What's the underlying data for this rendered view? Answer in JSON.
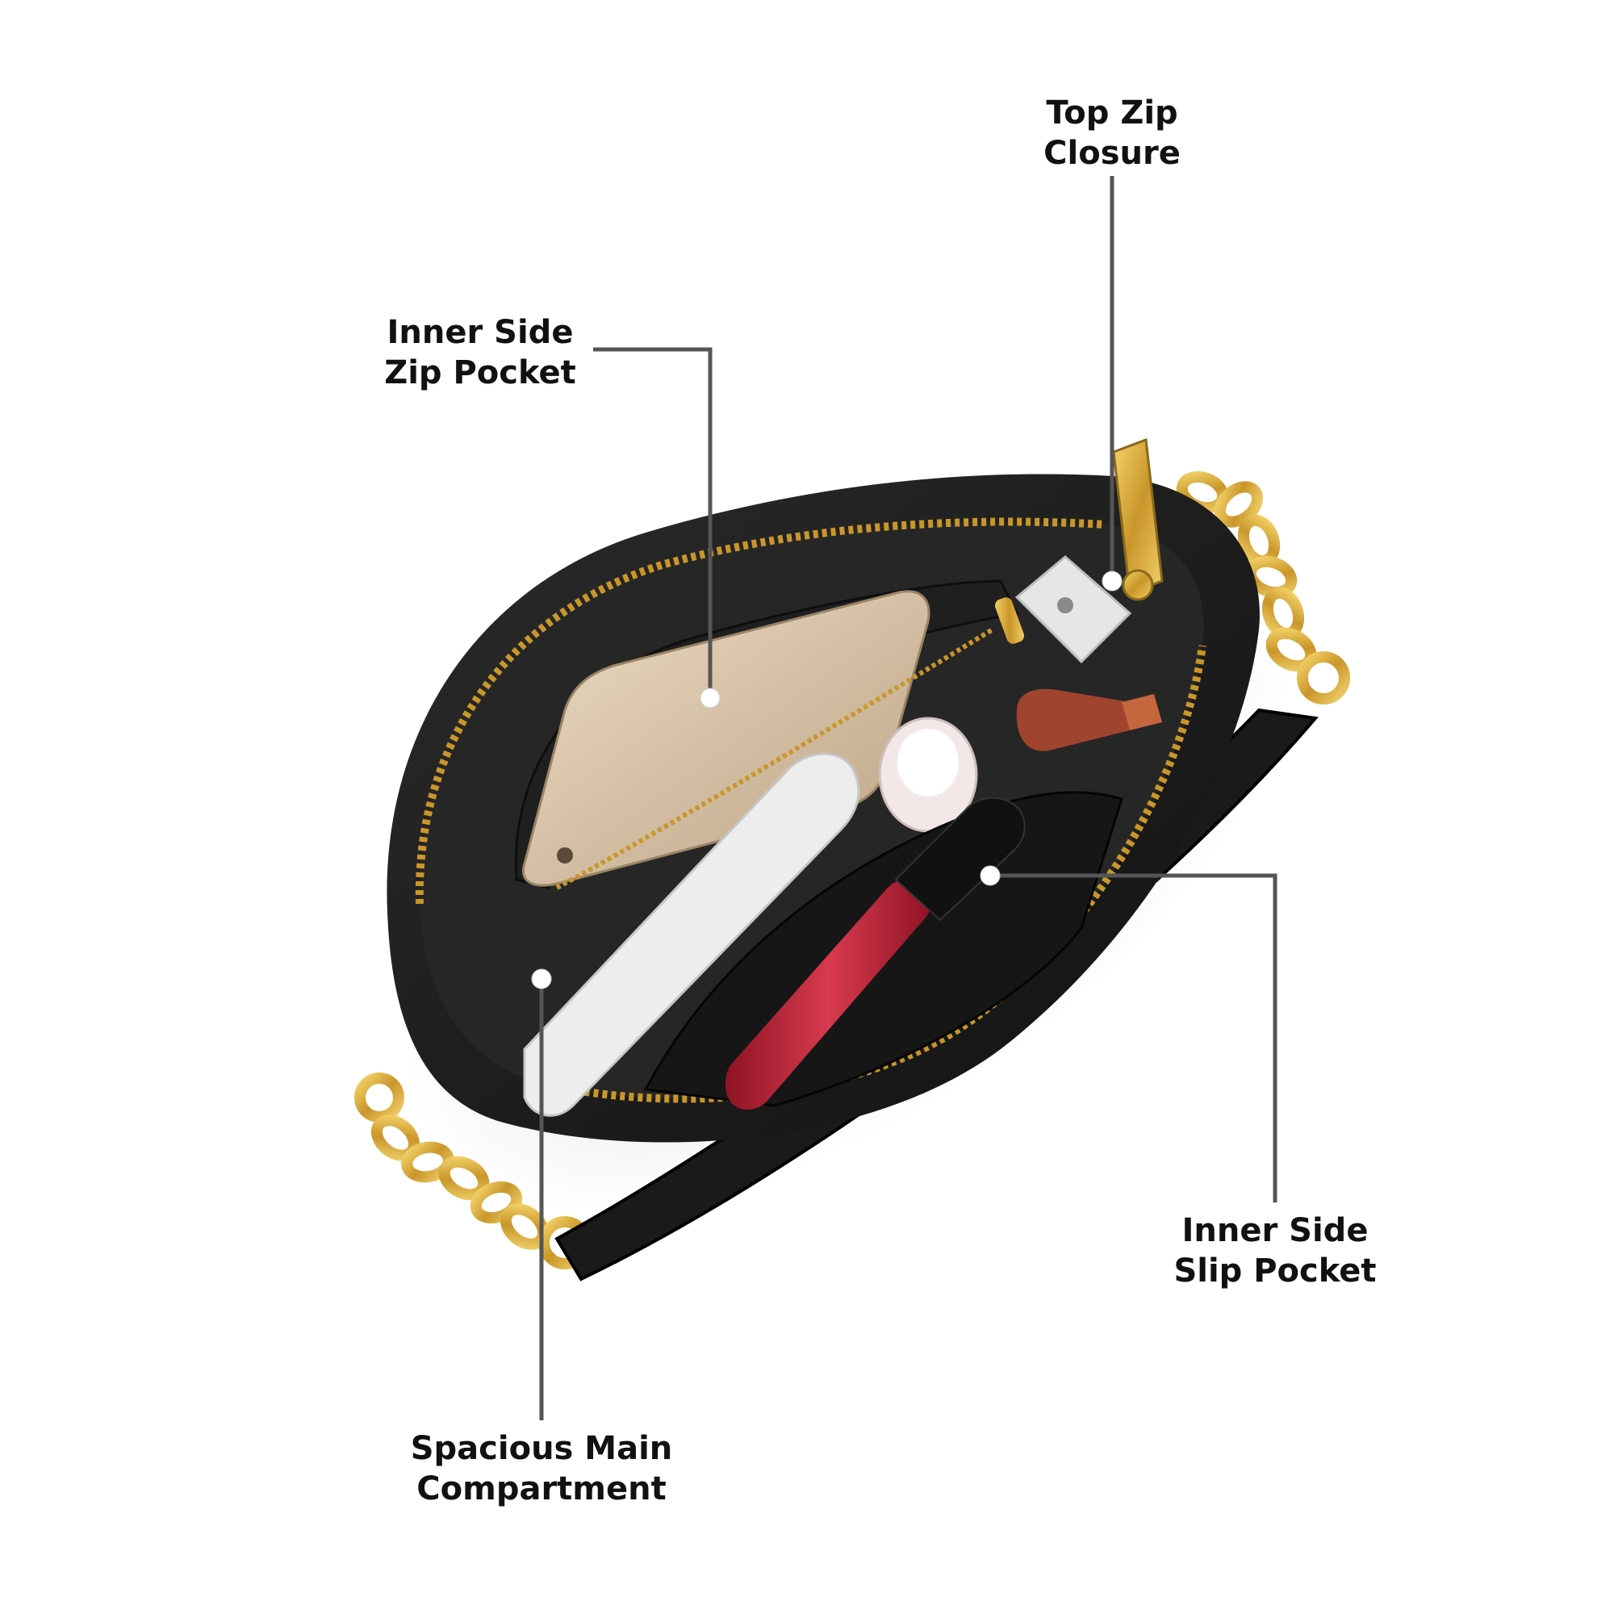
{
  "colors": {
    "leader_line": "#555555",
    "dot": "#ffffff",
    "bag_leather": "#1c1c1c",
    "lining": "#2a2a2a",
    "gold_hardware": "#d4a62a",
    "phone": "#d9c4a9",
    "lipstick": "#a0442f",
    "lip_gloss": "#c8263a",
    "white_case": "#eeeeee"
  },
  "callouts": [
    {
      "id": "top-zip-closure",
      "lines": [
        "Top Zip",
        "Closure"
      ]
    },
    {
      "id": "inner-side-zip-pocket",
      "lines": [
        "Inner Side",
        "Zip Pocket"
      ]
    },
    {
      "id": "inner-side-slip-pocket",
      "lines": [
        "Inner Side",
        "Slip Pocket"
      ]
    },
    {
      "id": "spacious-main-compartment",
      "lines": [
        "Spacious Main",
        "Compartment"
      ]
    }
  ],
  "icons": {
    "bag": "handbag-photo",
    "phone": "smartphone",
    "lipstick": "lipstick",
    "lip_gloss": "lip-gloss",
    "nail_polish": "nail-polish-bottle",
    "power_bank": "power-bank",
    "charger": "wall-charger"
  }
}
